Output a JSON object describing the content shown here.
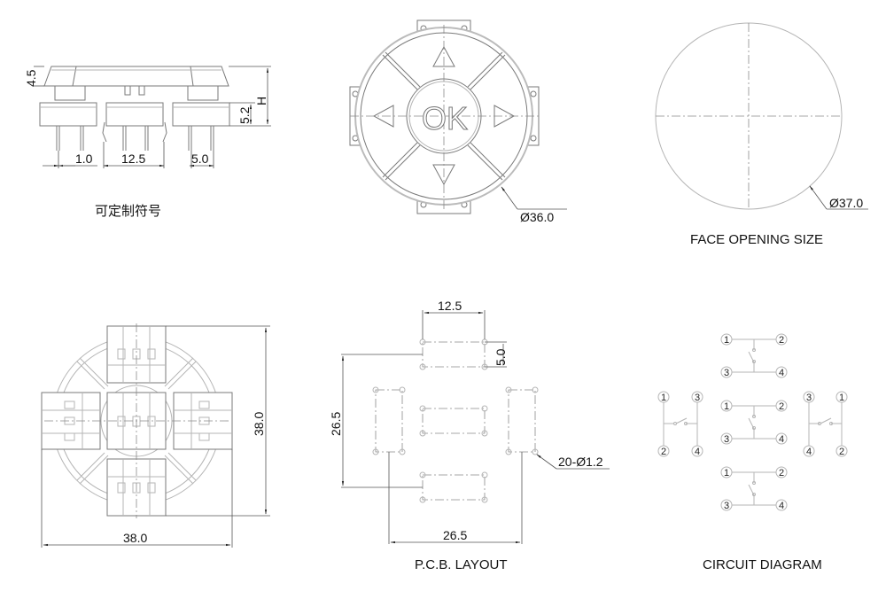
{
  "side_view": {
    "caption": "可定制符号",
    "dims": {
      "cap_height": "4.5",
      "switch_height": "5.2",
      "total_height": "H",
      "pin_offset": "1.0",
      "span": "12.5",
      "pin_pitch": "5.0"
    }
  },
  "top_view": {
    "center_label": "OK",
    "arrows": [
      "up",
      "down",
      "left",
      "right"
    ],
    "diameter": "Ø36.0"
  },
  "face_opening": {
    "caption": "FACE OPENING SIZE",
    "diameter": "Ø37.0"
  },
  "bottom_view": {
    "width": "38.0",
    "height": "38.0"
  },
  "pcb_layout": {
    "caption": "P.C.B. LAYOUT",
    "dims": {
      "top_width": "12.5",
      "top_gap": "5.0",
      "vertical": "26.5",
      "horizontal": "26.5",
      "holes": "20-Ø1.2"
    }
  },
  "circuit_diagram": {
    "caption": "CIRCUIT DIAGRAM",
    "switches": [
      {
        "position": "top",
        "pins": [
          "1",
          "2",
          "3",
          "4"
        ]
      },
      {
        "position": "center",
        "pins": [
          "1",
          "2",
          "3",
          "4"
        ]
      },
      {
        "position": "bottom",
        "pins": [
          "1",
          "2",
          "3",
          "4"
        ]
      },
      {
        "position": "left",
        "pins": [
          "1",
          "3",
          "2",
          "4"
        ]
      },
      {
        "position": "right",
        "pins": [
          "3",
          "1",
          "4",
          "2"
        ]
      }
    ]
  }
}
